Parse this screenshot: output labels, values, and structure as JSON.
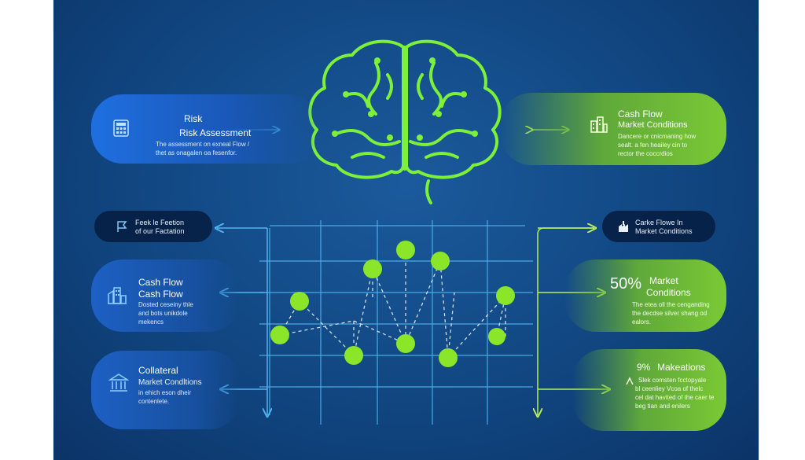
{
  "panels": {
    "risk": {
      "line1": "Risk",
      "line2": "Risk Assessment",
      "body1": "The assessment on exneal Flow /",
      "body2": "thet as onagalen oa fesenfor."
    },
    "cashflow_top": {
      "line1": "Cash Flow",
      "line2": "Market Conditions",
      "body1": "Dancere or cnicmaning how",
      "body2": "sealt. a fen heailey cin to",
      "body3": "rector the coccrdios"
    },
    "factor": {
      "line1": "Feek le Feetion",
      "line2": "of our Factation"
    },
    "market_right": {
      "line1": "Carke Flowe In",
      "line2": "Market Conditions"
    },
    "cashflow_mid": {
      "line1": "Cash Flow",
      "line2": "Cash Flow",
      "body1": "Dosted ceseiny thle",
      "body2": "and bots unikdole",
      "body3": "mekencs"
    },
    "market_50": {
      "percent": "50%",
      "title1": "Market",
      "title2": "Conditions",
      "body1": "The etea oll the cenganding",
      "body2": "the decdse silver shang od",
      "body3": "ealors."
    },
    "collateral": {
      "line1": "Collateral",
      "line2": "Market Condltions",
      "body1": "in ehich eson dheir",
      "body2": "contenlete."
    },
    "makesations": {
      "percent": "9%",
      "title": "Makeations",
      "body1": "Slek comsten fcctopyale",
      "body2": "bl ceenliey Vcoa of thelc",
      "body3": "cel dat havited of the caer te",
      "body4": "beg tian and enilers"
    }
  },
  "colors": {
    "accent_green": "#8ef24a",
    "accent_blue": "#3fa8f5",
    "node_green": "#8be62a",
    "grid_blue": "#4fb4f0"
  },
  "icons": [
    "calculator-icon",
    "buildings-icon",
    "flag-icon",
    "factory-icon",
    "city-icon",
    "chart-icon",
    "bank-icon",
    "arrows-icon"
  ]
}
